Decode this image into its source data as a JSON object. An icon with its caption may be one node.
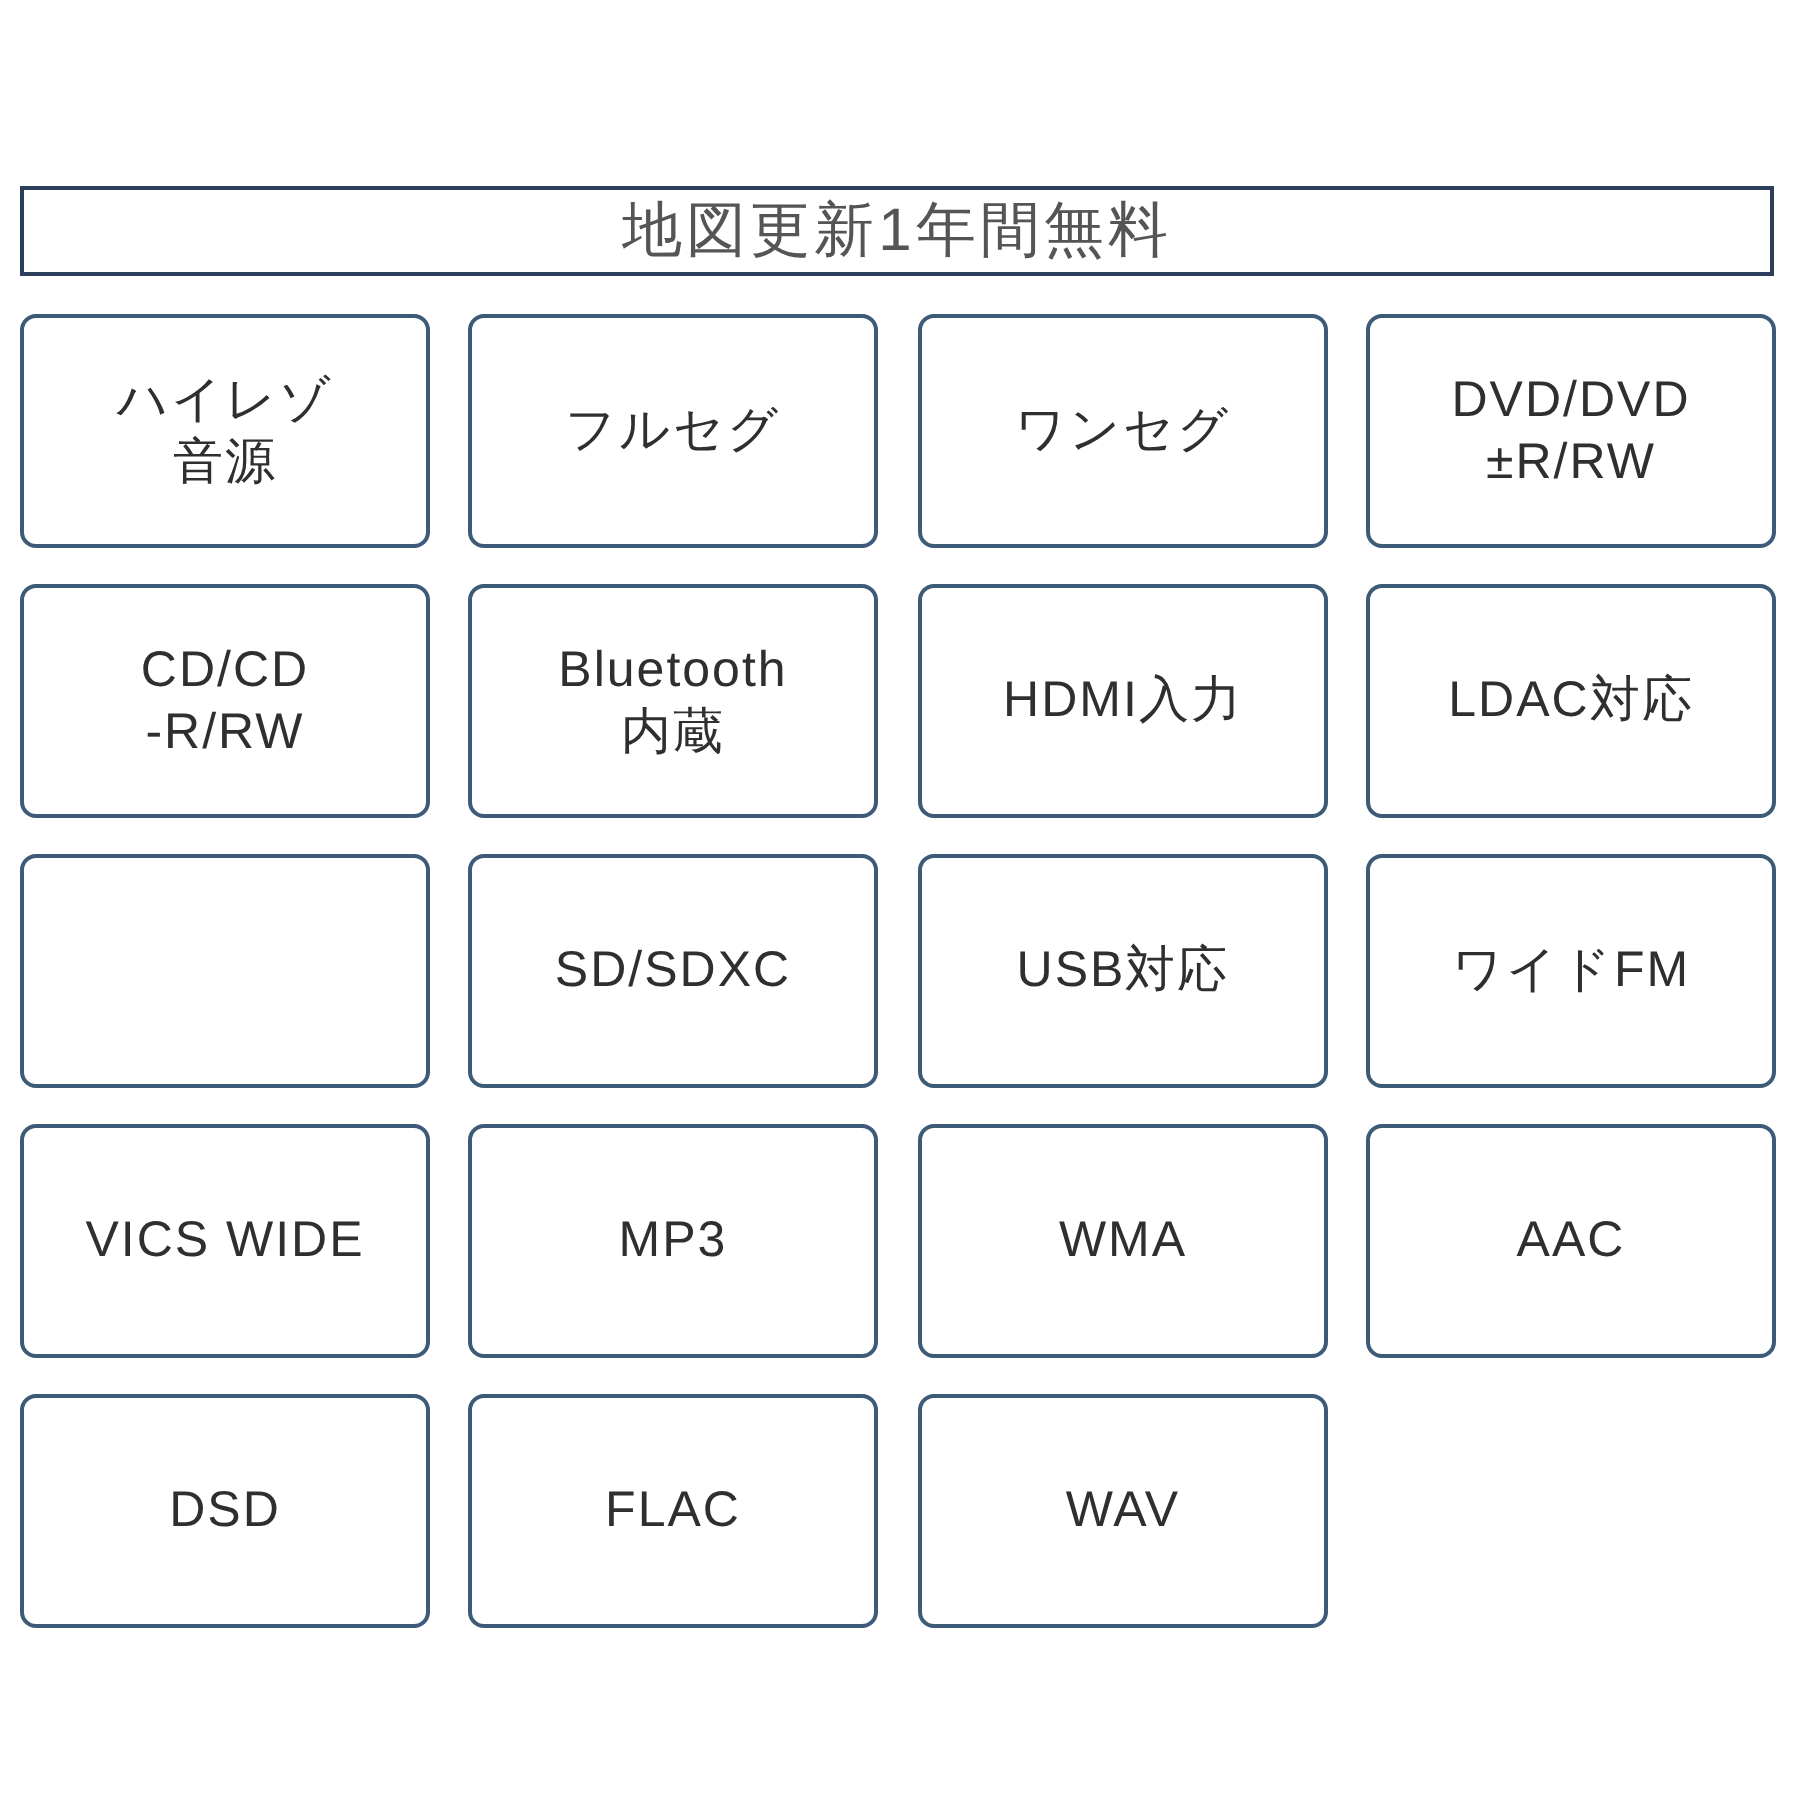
{
  "diagram": {
    "nodes": [
      {
        "text": [
          "地図更新1年間無料"
        ]
      },
      {
        "text": [
          "ハイレゾ音源"
        ]
      },
      {
        "text": [
          "フルセグ"
        ]
      },
      {
        "text": [
          "ワンセグ"
        ]
      },
      {
        "text": [
          "DVD/DVD ±R/RW"
        ]
      },
      {
        "text": [
          "CD/CD -R/RW"
        ]
      },
      {
        "text": [
          "Bluetooth 内蔵"
        ]
      },
      {
        "text": [
          "HDMI入力"
        ]
      },
      {
        "text": [
          "LDAC対応"
        ]
      },
      {
        "text": [],
        "shape": "box"
      },
      {
        "text": [
          "SD/SDXC"
        ]
      },
      {
        "text": [
          "USB対応"
        ]
      },
      {
        "text": [
          "ワイドFM"
        ]
      },
      {
        "text": [
          "VICS WIDE"
        ]
      },
      {
        "text": [
          "MP3"
        ]
      },
      {
        "text": [
          "WMA"
        ]
      },
      {
        "text": [
          "AAC"
        ]
      },
      {
        "text": [
          "DSD"
        ]
      },
      {
        "text": [
          "FLAC"
        ]
      },
      {
        "text": [
          "WAV"
        ]
      }
    ]
  }
}
